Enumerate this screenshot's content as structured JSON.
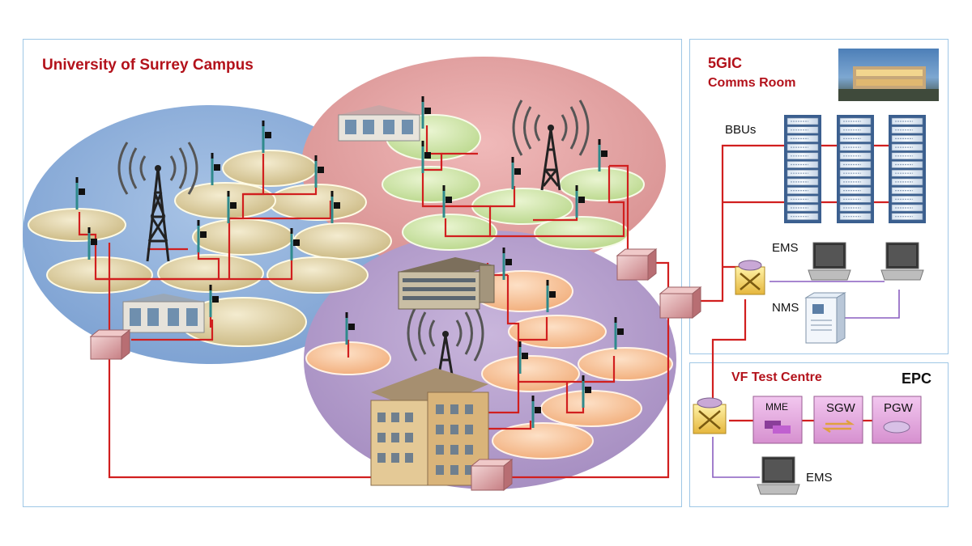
{
  "campus": {
    "title": "University of Surrey Campus"
  },
  "comms_room": {
    "title_line1": "5GIC",
    "title_line2": "Comms Room",
    "bbus": "BBUs",
    "ems": "EMS",
    "nms": "NMS"
  },
  "test_centre": {
    "title": "VF Test Centre",
    "epc": "EPC",
    "mme": "MME",
    "sgw": "SGW",
    "pgw": "PGW",
    "ems": "EMS"
  },
  "colors": {
    "link_red": "#d11f1f",
    "link_purple": "#8a5ec0",
    "zone_blue": "#8fb1d9",
    "zone_pink": "#e3a3a3",
    "zone_purple": "#b6a0cc",
    "cell_tan": "#d9c99a",
    "cell_green": "#cfe3a8",
    "cell_orange": "#f6c196",
    "title_red": "#b3121b"
  },
  "icons": [
    "radio-tower-icon",
    "antenna-icon",
    "building-icon",
    "router-icon",
    "aggregation-switch-icon",
    "laptop-icon",
    "server-icon",
    "bbu-rack-icon",
    "photo-icon"
  ]
}
